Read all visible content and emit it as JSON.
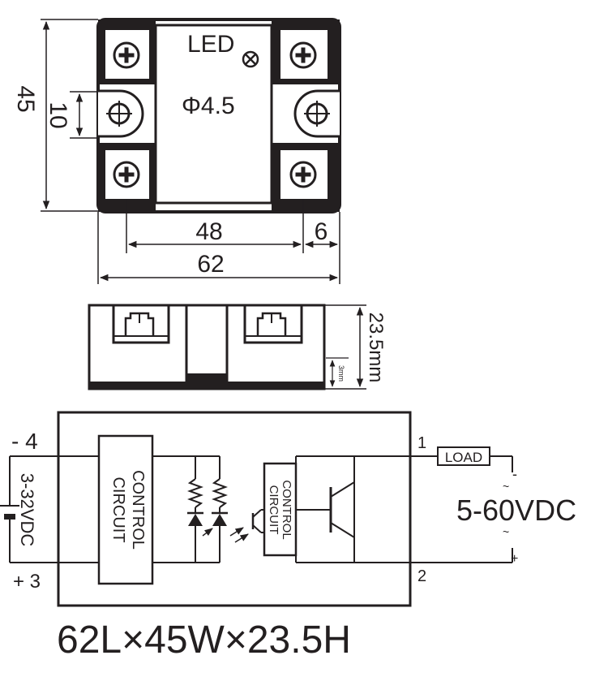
{
  "top_view": {
    "led_label": "LED",
    "hole_label": "Φ4.5",
    "dim_height": "45",
    "dim_hole_spacing": "10",
    "dim_terminal_span": "48",
    "dim_edge": "6",
    "dim_length": "62"
  },
  "side_view": {
    "dim_height": "23.5mm",
    "dim_base": "3mm"
  },
  "schematic": {
    "terminal_4": "- 4",
    "terminal_3": "+ 3",
    "terminal_1": "1",
    "terminal_2": "2",
    "input_voltage": "3-32VDC",
    "input_control_label": "CONTROL",
    "input_control_label_2": "CIRCUIT",
    "output_control_label": "CONTROL",
    "output_control_label_2": "CIRCUIT",
    "load_label": "LOAD",
    "load_voltage": "5-60VDC",
    "load_minus": "-",
    "load_plus": "+"
  },
  "footer": {
    "dimensions": "62L×45W×23.5H"
  }
}
